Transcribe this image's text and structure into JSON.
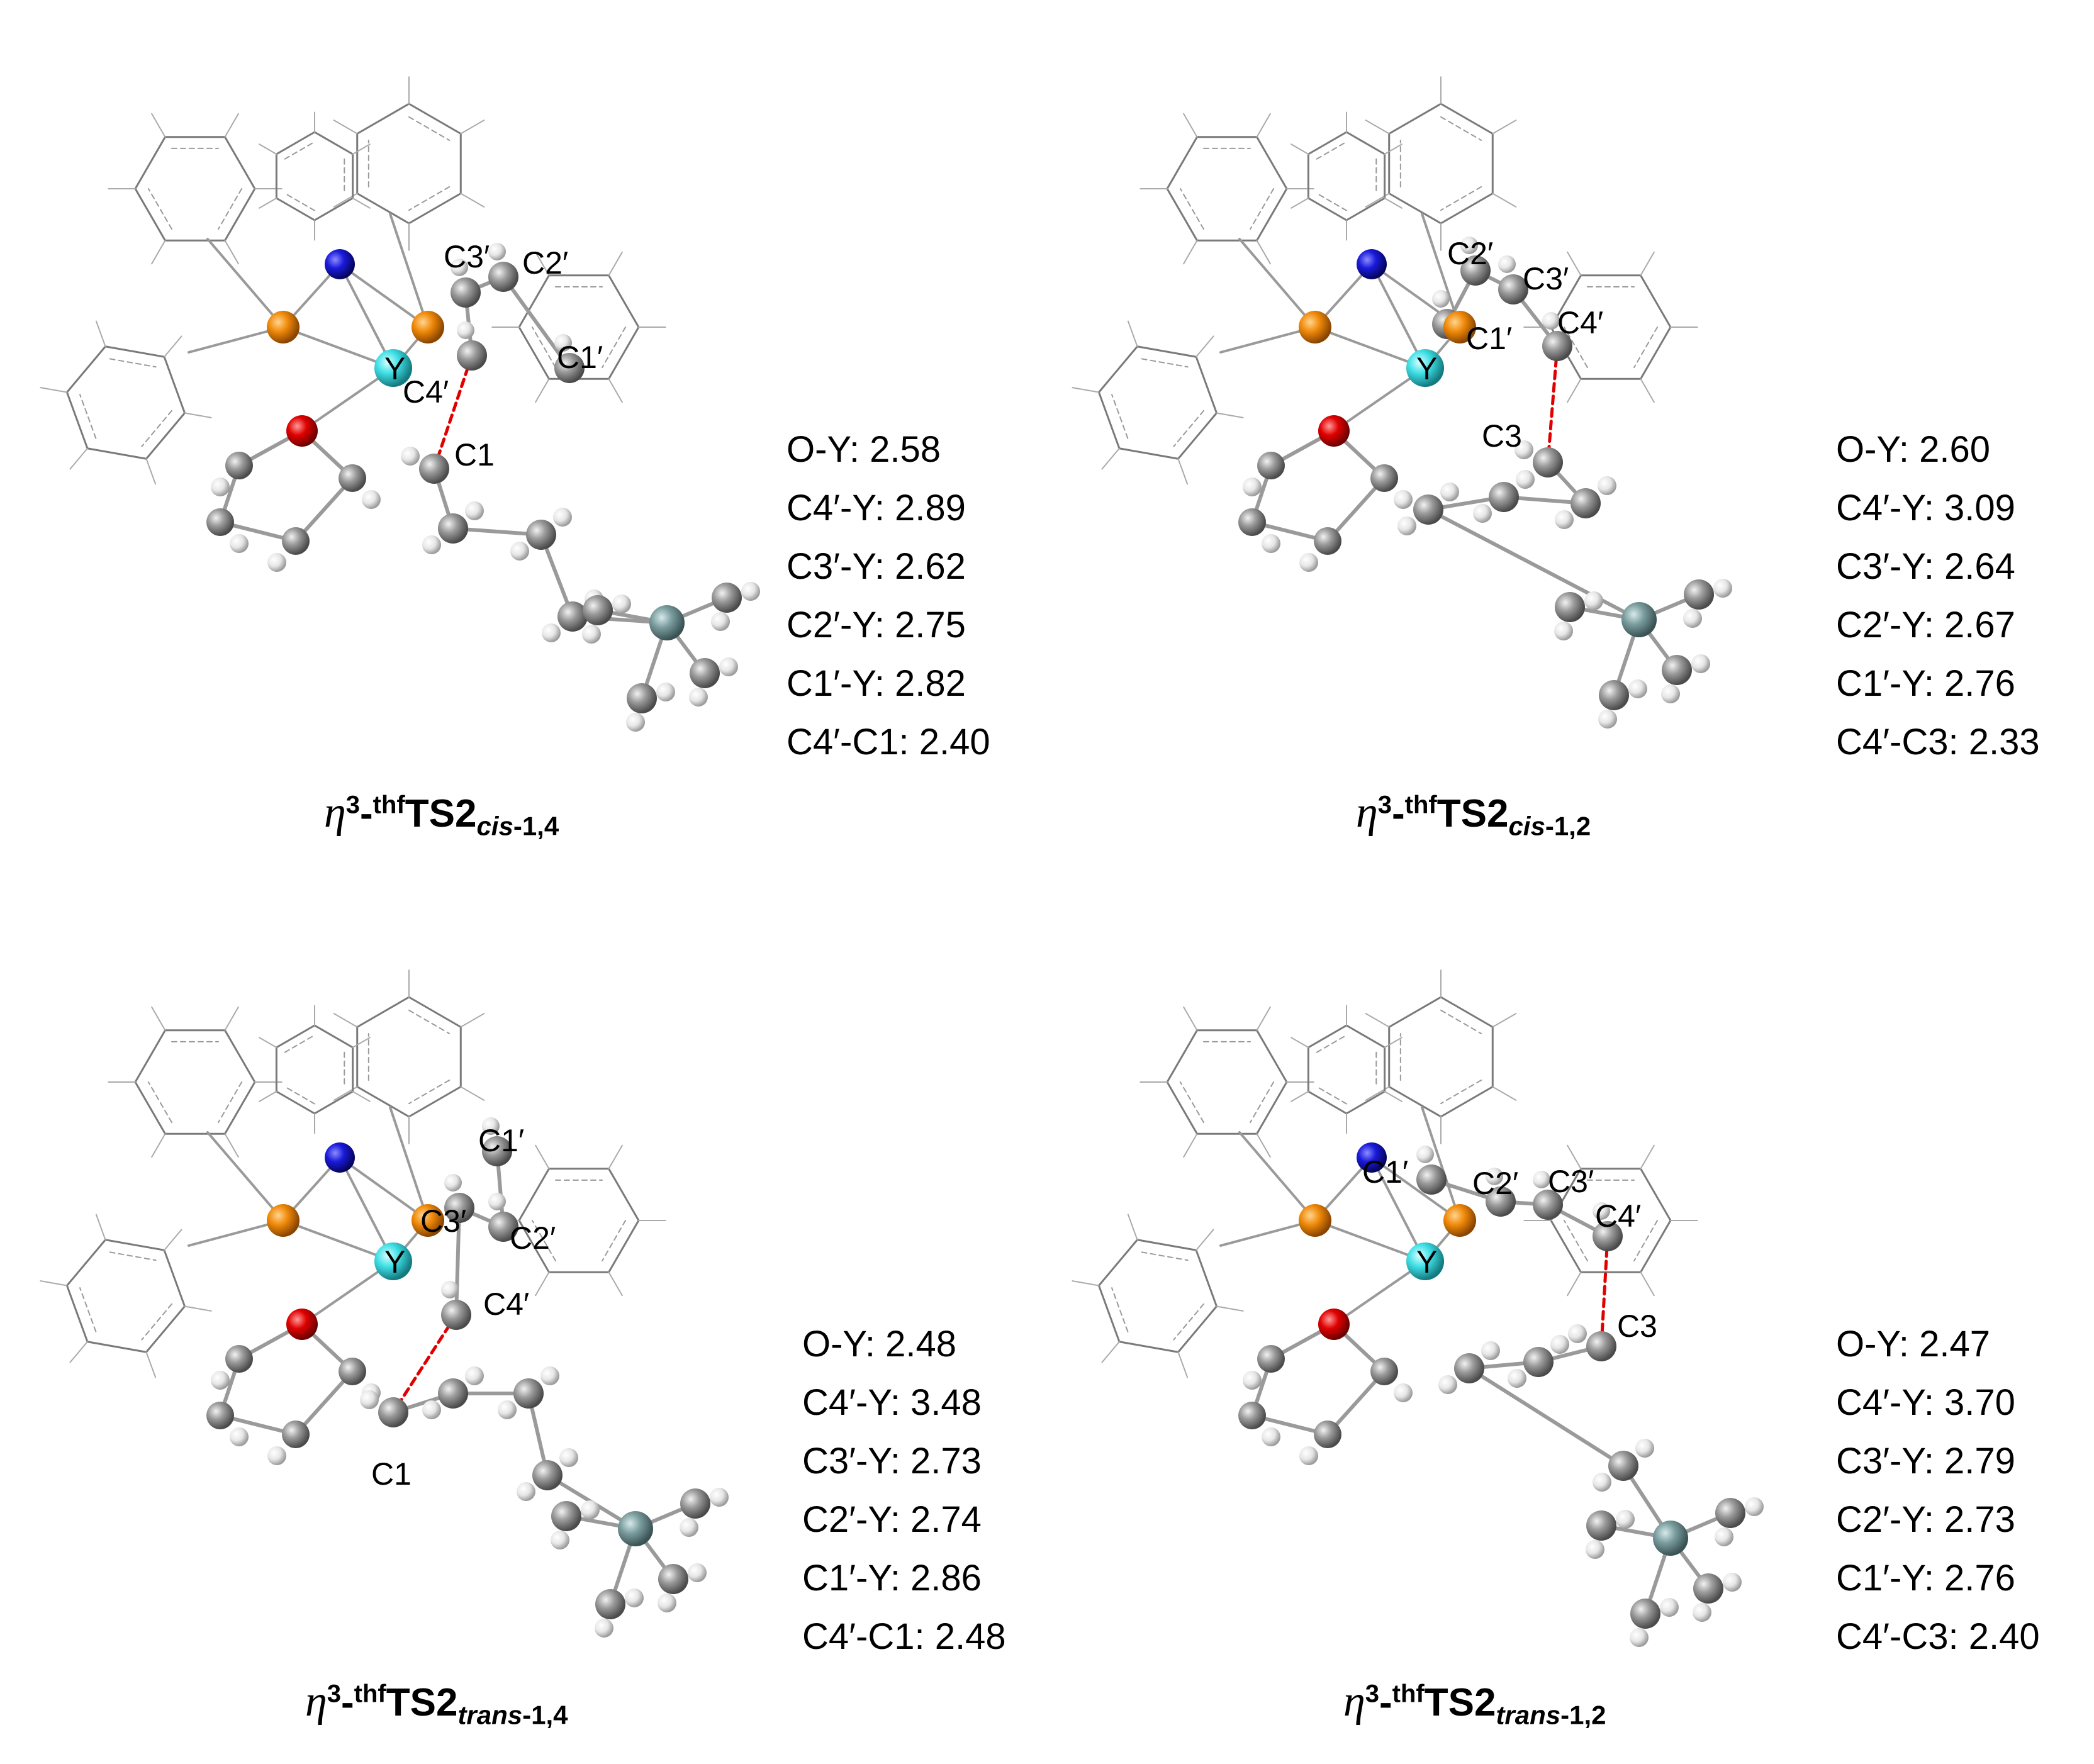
{
  "colors": {
    "carbon": "#8c8c8c",
    "hydrogen": "#e8e8e8",
    "nitrogen": "#1a1adb",
    "phosphorus": "#f08a0a",
    "oxygen": "#e00000",
    "yttrium": "#3fe0e6",
    "silicon": "#7a9c9e",
    "bond": "#9a9a9a",
    "forming_bond": "#e00000"
  },
  "panels": [
    {
      "id": "cis-14",
      "caption": {
        "eta": "η",
        "sup1": "3",
        "dash": "-",
        "sup2": "thf",
        "main": "TS2",
        "sub_it": "cis",
        "sub_rest": "-1,4"
      },
      "atom_labels": {
        "y": "Y",
        "c3p": "C3′",
        "c2p": "C2′",
        "c1p": "C1′",
        "c4p": "C4′",
        "cx": "C1"
      },
      "distances": [
        "O-Y: 2.58",
        "C4′-Y: 2.89",
        "C3′-Y: 2.62",
        "C2′-Y: 2.75",
        "C1′-Y: 2.82",
        "C4′-C1: 2.40"
      ]
    },
    {
      "id": "cis-12",
      "caption": {
        "eta": "η",
        "sup1": "3",
        "dash": "-",
        "sup2": "thf",
        "main": "TS2",
        "sub_it": "cis",
        "sub_rest": "-1,2"
      },
      "atom_labels": {
        "y": "Y",
        "c2p": "C2′",
        "c3p": "C3′",
        "c4p": "C4′",
        "c1p": "C1′",
        "cx": "C3"
      },
      "distances": [
        "O-Y: 2.60",
        "C4′-Y: 3.09",
        "C3′-Y: 2.64",
        "C2′-Y: 2.67",
        "C1′-Y: 2.76",
        "C4′-C3: 2.33"
      ]
    },
    {
      "id": "trans-14",
      "caption": {
        "eta": "η",
        "sup1": "3",
        "dash": "-",
        "sup2": "thf",
        "main": "TS2",
        "sub_it": "trans",
        "sub_rest": "-1,4"
      },
      "atom_labels": {
        "y": "Y",
        "c1p": "C1′",
        "c3p": "C3′",
        "c2p": "C2′",
        "c4p": "C4′",
        "cx": "C1"
      },
      "distances": [
        "O-Y: 2.48",
        "C4′-Y: 3.48",
        "C3′-Y: 2.73",
        "C2′-Y: 2.74",
        "C1′-Y: 2.86",
        "C4′-C1: 2.48"
      ]
    },
    {
      "id": "trans-12",
      "caption": {
        "eta": "η",
        "sup1": "3",
        "dash": "-",
        "sup2": "thf",
        "main": "TS2",
        "sub_it": "trans",
        "sub_rest": "-1,2"
      },
      "atom_labels": {
        "y": "Y",
        "c1p": "C1′",
        "c2p": "C2′",
        "c3p": "C3′",
        "c4p": "C4′",
        "cx": "C3"
      },
      "distances": [
        "O-Y: 2.47",
        "C4′-Y: 3.70",
        "C3′-Y: 2.79",
        "C2′-Y: 2.73",
        "C1′-Y: 2.76",
        "C4′-C3: 2.40"
      ]
    }
  ]
}
